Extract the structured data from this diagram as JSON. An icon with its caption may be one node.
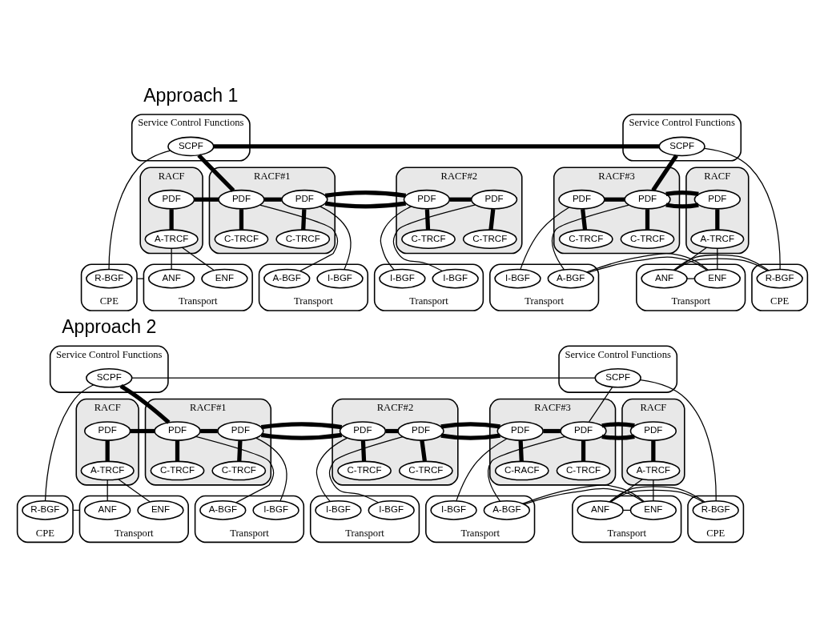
{
  "diagram": {
    "nodes": [
      {
        "text": [
          "Service Control Functions"
        ]
      },
      {
        "text": [
          "SCPF"
        ],
        "in": 0
      },
      {
        "text": [
          "Service Control Functions"
        ]
      },
      {
        "text": [
          "SCPF"
        ],
        "in": 2
      },
      {
        "text": [
          "RACF"
        ]
      },
      {
        "text": [
          "PDF"
        ],
        "in": 4
      },
      {
        "text": [
          "A-TRCF"
        ],
        "in": 4
      },
      {
        "text": [
          "RACF#1"
        ]
      },
      {
        "text": [
          "PDF"
        ],
        "in": 7
      },
      {
        "text": [
          "PDF"
        ],
        "in": 7
      },
      {
        "text": [
          "C-TRCF"
        ],
        "in": 7
      },
      {
        "text": [
          "C-TRCF"
        ],
        "in": 7
      },
      {
        "text": [
          "RACF#2"
        ]
      },
      {
        "text": [
          "PDF"
        ],
        "in": 12
      },
      {
        "text": [
          "PDF"
        ],
        "in": 12
      },
      {
        "text": [
          "C-TRCF"
        ],
        "in": 12
      },
      {
        "text": [
          "C-TRCF"
        ],
        "in": 12
      },
      {
        "text": [
          "RACF#3"
        ]
      },
      {
        "text": [
          "PDF"
        ],
        "in": 17
      },
      {
        "text": [
          "PDF"
        ],
        "in": 17
      },
      {
        "text": [
          "C-TRCF"
        ],
        "in": 17
      },
      {
        "text": [
          "C-TRCF"
        ],
        "in": 17
      },
      {
        "text": [
          "RACF"
        ]
      },
      {
        "text": [
          "PDF"
        ],
        "in": 22
      },
      {
        "text": [
          "A-TRCF"
        ],
        "in": 22
      },
      {
        "text": [
          "CPE"
        ]
      },
      {
        "text": [
          "R-BGF"
        ],
        "in": 25
      },
      {
        "text": [
          "Transport"
        ]
      },
      {
        "text": [
          "ANF"
        ],
        "in": 27
      },
      {
        "text": [
          "ENF"
        ],
        "in": 27
      },
      {
        "text": [
          "Transport"
        ]
      },
      {
        "text": [
          "A-BGF"
        ],
        "in": 30
      },
      {
        "text": [
          "I-BGF"
        ],
        "in": 30
      },
      {
        "text": [
          "Transport"
        ]
      },
      {
        "text": [
          "I-BGF"
        ],
        "in": 33
      },
      {
        "text": [
          "I-BGF"
        ],
        "in": 33
      },
      {
        "text": [
          "Transport"
        ]
      },
      {
        "text": [
          "I-BGF"
        ],
        "in": 36
      },
      {
        "text": [
          "A-BGF"
        ],
        "in": 36
      },
      {
        "text": [
          "Transport"
        ]
      },
      {
        "text": [
          "ENF"
        ],
        "in": 39
      },
      {
        "text": [
          "ANF"
        ],
        "in": 39
      },
      {
        "text": [
          "CPE"
        ]
      },
      {
        "text": [
          "R-BGF"
        ],
        "in": 42
      },
      {
        "text": [
          "Service Control Functions"
        ]
      },
      {
        "text": [
          "SCPF"
        ],
        "in": 44
      },
      {
        "text": [
          "Service Control Functions"
        ]
      },
      {
        "text": [
          "SCPF"
        ],
        "in": 46
      },
      {
        "text": [
          "RACF"
        ]
      },
      {
        "text": [
          "PDF"
        ],
        "in": 48
      },
      {
        "text": [
          "A-TRCF"
        ],
        "in": 48
      },
      {
        "text": [
          "RACF#1"
        ]
      },
      {
        "text": [
          "PDF"
        ],
        "in": 51
      },
      {
        "text": [
          "PDF"
        ],
        "in": 51
      },
      {
        "text": [
          "C-TRCF"
        ],
        "in": 51
      },
      {
        "text": [
          "C-TRCF"
        ],
        "in": 51
      },
      {
        "text": [
          "RACF#2"
        ]
      },
      {
        "text": [
          "PDF"
        ],
        "in": 56
      },
      {
        "text": [
          "PDF"
        ],
        "in": 56
      },
      {
        "text": [
          "C-TRCF"
        ],
        "in": 56
      },
      {
        "text": [
          "C-TRCF"
        ],
        "in": 56
      },
      {
        "text": [
          "RACF#3"
        ]
      },
      {
        "text": [
          "PDF"
        ],
        "in": 61
      },
      {
        "text": [
          "PDF"
        ],
        "in": 61
      },
      {
        "text": [
          "C-RACF"
        ],
        "in": 61
      },
      {
        "text": [
          "C-TRCF"
        ],
        "in": 61
      },
      {
        "text": [
          "RACF"
        ]
      },
      {
        "text": [
          "PDF"
        ],
        "in": 66
      },
      {
        "text": [
          "A-TRCF"
        ],
        "in": 66
      },
      {
        "text": [
          "CPE"
        ]
      },
      {
        "text": [
          "R-BGF"
        ],
        "in": 69
      },
      {
        "text": [
          "Transport"
        ]
      },
      {
        "text": [
          "ANF"
        ],
        "in": 71
      },
      {
        "text": [
          "ENF"
        ],
        "in": 71
      },
      {
        "text": [
          "Transport"
        ]
      },
      {
        "text": [
          "A-BGF"
        ],
        "in": 74
      },
      {
        "text": [
          "I-BGF"
        ],
        "in": 74
      },
      {
        "text": [
          "Transport"
        ]
      },
      {
        "text": [
          "I-BGF"
        ],
        "in": 77
      },
      {
        "text": [
          "I-BGF"
        ],
        "in": 77
      },
      {
        "text": [
          "Transport"
        ]
      },
      {
        "text": [
          "I-BGF"
        ],
        "in": 80
      },
      {
        "text": [
          "A-BGF"
        ],
        "in": 80
      },
      {
        "text": [
          "Transport"
        ]
      },
      {
        "text": [
          "ENF"
        ],
        "in": 83
      },
      {
        "text": [
          "ANF"
        ],
        "in": 83
      },
      {
        "text": [
          "CPE"
        ]
      },
      {
        "text": [
          "R-BGF"
        ],
        "in": 86
      }
    ],
    "edges": [
      {
        "from": 1,
        "to": 3,
        "arrow": "none",
        "style": "thick"
      },
      {
        "from": 1,
        "to": 8,
        "arrow": "none",
        "style": "thick"
      },
      {
        "from": 3,
        "to": 19,
        "arrow": "none",
        "style": "thick"
      },
      {
        "from": 1,
        "to": 26,
        "arrow": "none"
      },
      {
        "from": 3,
        "to": 43,
        "arrow": "none"
      },
      {
        "from": 5,
        "to": 8,
        "arrow": "none",
        "style": "thick"
      },
      {
        "from": 5,
        "to": 6,
        "arrow": "none",
        "style": "thick"
      },
      {
        "from": 8,
        "to": 9,
        "arrow": "none",
        "style": "thick"
      },
      {
        "from": 8,
        "to": 10,
        "arrow": "none",
        "style": "thick"
      },
      {
        "from": 9,
        "to": 11,
        "arrow": "none",
        "style": "thick"
      },
      {
        "from": 9,
        "to": 13,
        "arrow": "none",
        "style": "thick"
      },
      {
        "from": 13,
        "to": 14,
        "arrow": "none",
        "style": "thick"
      },
      {
        "from": 13,
        "to": 15,
        "arrow": "none",
        "style": "thick"
      },
      {
        "from": 14,
        "to": 16,
        "arrow": "none",
        "style": "thick"
      },
      {
        "from": 18,
        "to": 19,
        "arrow": "none",
        "style": "thick"
      },
      {
        "from": 18,
        "to": 20,
        "arrow": "none",
        "style": "thick"
      },
      {
        "from": 19,
        "to": 21,
        "arrow": "none",
        "style": "thick"
      },
      {
        "from": 19,
        "to": 23,
        "arrow": "none",
        "style": "thick"
      },
      {
        "from": 23,
        "to": 24,
        "arrow": "none",
        "style": "thick"
      },
      {
        "from": 6,
        "to": 28,
        "arrow": "none"
      },
      {
        "from": 6,
        "to": 29,
        "arrow": "none"
      },
      {
        "from": 8,
        "to": 31,
        "arrow": "none"
      },
      {
        "from": 9,
        "to": 32,
        "arrow": "none"
      },
      {
        "from": 13,
        "to": 34,
        "arrow": "none"
      },
      {
        "from": 14,
        "to": 35,
        "arrow": "none"
      },
      {
        "from": 18,
        "to": 37,
        "arrow": "none"
      },
      {
        "from": 19,
        "to": 38,
        "arrow": "none"
      },
      {
        "from": 24,
        "to": 40,
        "arrow": "none"
      },
      {
        "from": 24,
        "to": 41,
        "arrow": "none"
      },
      {
        "from": 25,
        "to": 27,
        "arrow": "none"
      },
      {
        "from": 38,
        "to": 40,
        "arrow": "none"
      },
      {
        "from": 40,
        "to": 41,
        "arrow": "none"
      },
      {
        "from": 41,
        "to": 42,
        "arrow": "none"
      },
      {
        "from": 45,
        "to": 47,
        "arrow": "none"
      },
      {
        "from": 45,
        "to": 52,
        "arrow": "none",
        "style": "thick"
      },
      {
        "from": 47,
        "to": 63,
        "arrow": "none"
      },
      {
        "from": 45,
        "to": 70,
        "arrow": "none"
      },
      {
        "from": 47,
        "to": 87,
        "arrow": "none"
      },
      {
        "from": 49,
        "to": 52,
        "arrow": "none",
        "style": "thick"
      },
      {
        "from": 49,
        "to": 50,
        "arrow": "none",
        "style": "thick"
      },
      {
        "from": 52,
        "to": 53,
        "arrow": "none",
        "style": "thick"
      },
      {
        "from": 52,
        "to": 54,
        "arrow": "none",
        "style": "thick"
      },
      {
        "from": 53,
        "to": 55,
        "arrow": "none",
        "style": "thick"
      },
      {
        "from": 53,
        "to": 57,
        "arrow": "none",
        "style": "thick"
      },
      {
        "from": 57,
        "to": 58,
        "arrow": "none",
        "style": "thick"
      },
      {
        "from": 57,
        "to": 59,
        "arrow": "none",
        "style": "thick"
      },
      {
        "from": 58,
        "to": 60,
        "arrow": "none",
        "style": "thick"
      },
      {
        "from": 58,
        "to": 62,
        "arrow": "none",
        "style": "thick"
      },
      {
        "from": 62,
        "to": 63,
        "arrow": "none",
        "style": "thick"
      },
      {
        "from": 62,
        "to": 64,
        "arrow": "none",
        "style": "thick"
      },
      {
        "from": 63,
        "to": 65,
        "arrow": "none",
        "style": "thick"
      },
      {
        "from": 63,
        "to": 67,
        "arrow": "none",
        "style": "thick"
      },
      {
        "from": 67,
        "to": 68,
        "arrow": "none",
        "style": "thick"
      },
      {
        "from": 50,
        "to": 72,
        "arrow": "none"
      },
      {
        "from": 50,
        "to": 73,
        "arrow": "none"
      },
      {
        "from": 52,
        "to": 75,
        "arrow": "none"
      },
      {
        "from": 53,
        "to": 76,
        "arrow": "none"
      },
      {
        "from": 57,
        "to": 78,
        "arrow": "none"
      },
      {
        "from": 58,
        "to": 79,
        "arrow": "none"
      },
      {
        "from": 62,
        "to": 81,
        "arrow": "none"
      },
      {
        "from": 63,
        "to": 82,
        "arrow": "none"
      },
      {
        "from": 68,
        "to": 84,
        "arrow": "none"
      },
      {
        "from": 68,
        "to": 85,
        "arrow": "none"
      },
      {
        "from": 69,
        "to": 71,
        "arrow": "none"
      },
      {
        "from": 82,
        "to": 84,
        "arrow": "none"
      },
      {
        "from": 84,
        "to": 85,
        "arrow": "none"
      },
      {
        "from": 85,
        "to": 86,
        "arrow": "none"
      }
    ],
    "labels": [
      "Approach 1",
      "Approach 2"
    ]
  }
}
